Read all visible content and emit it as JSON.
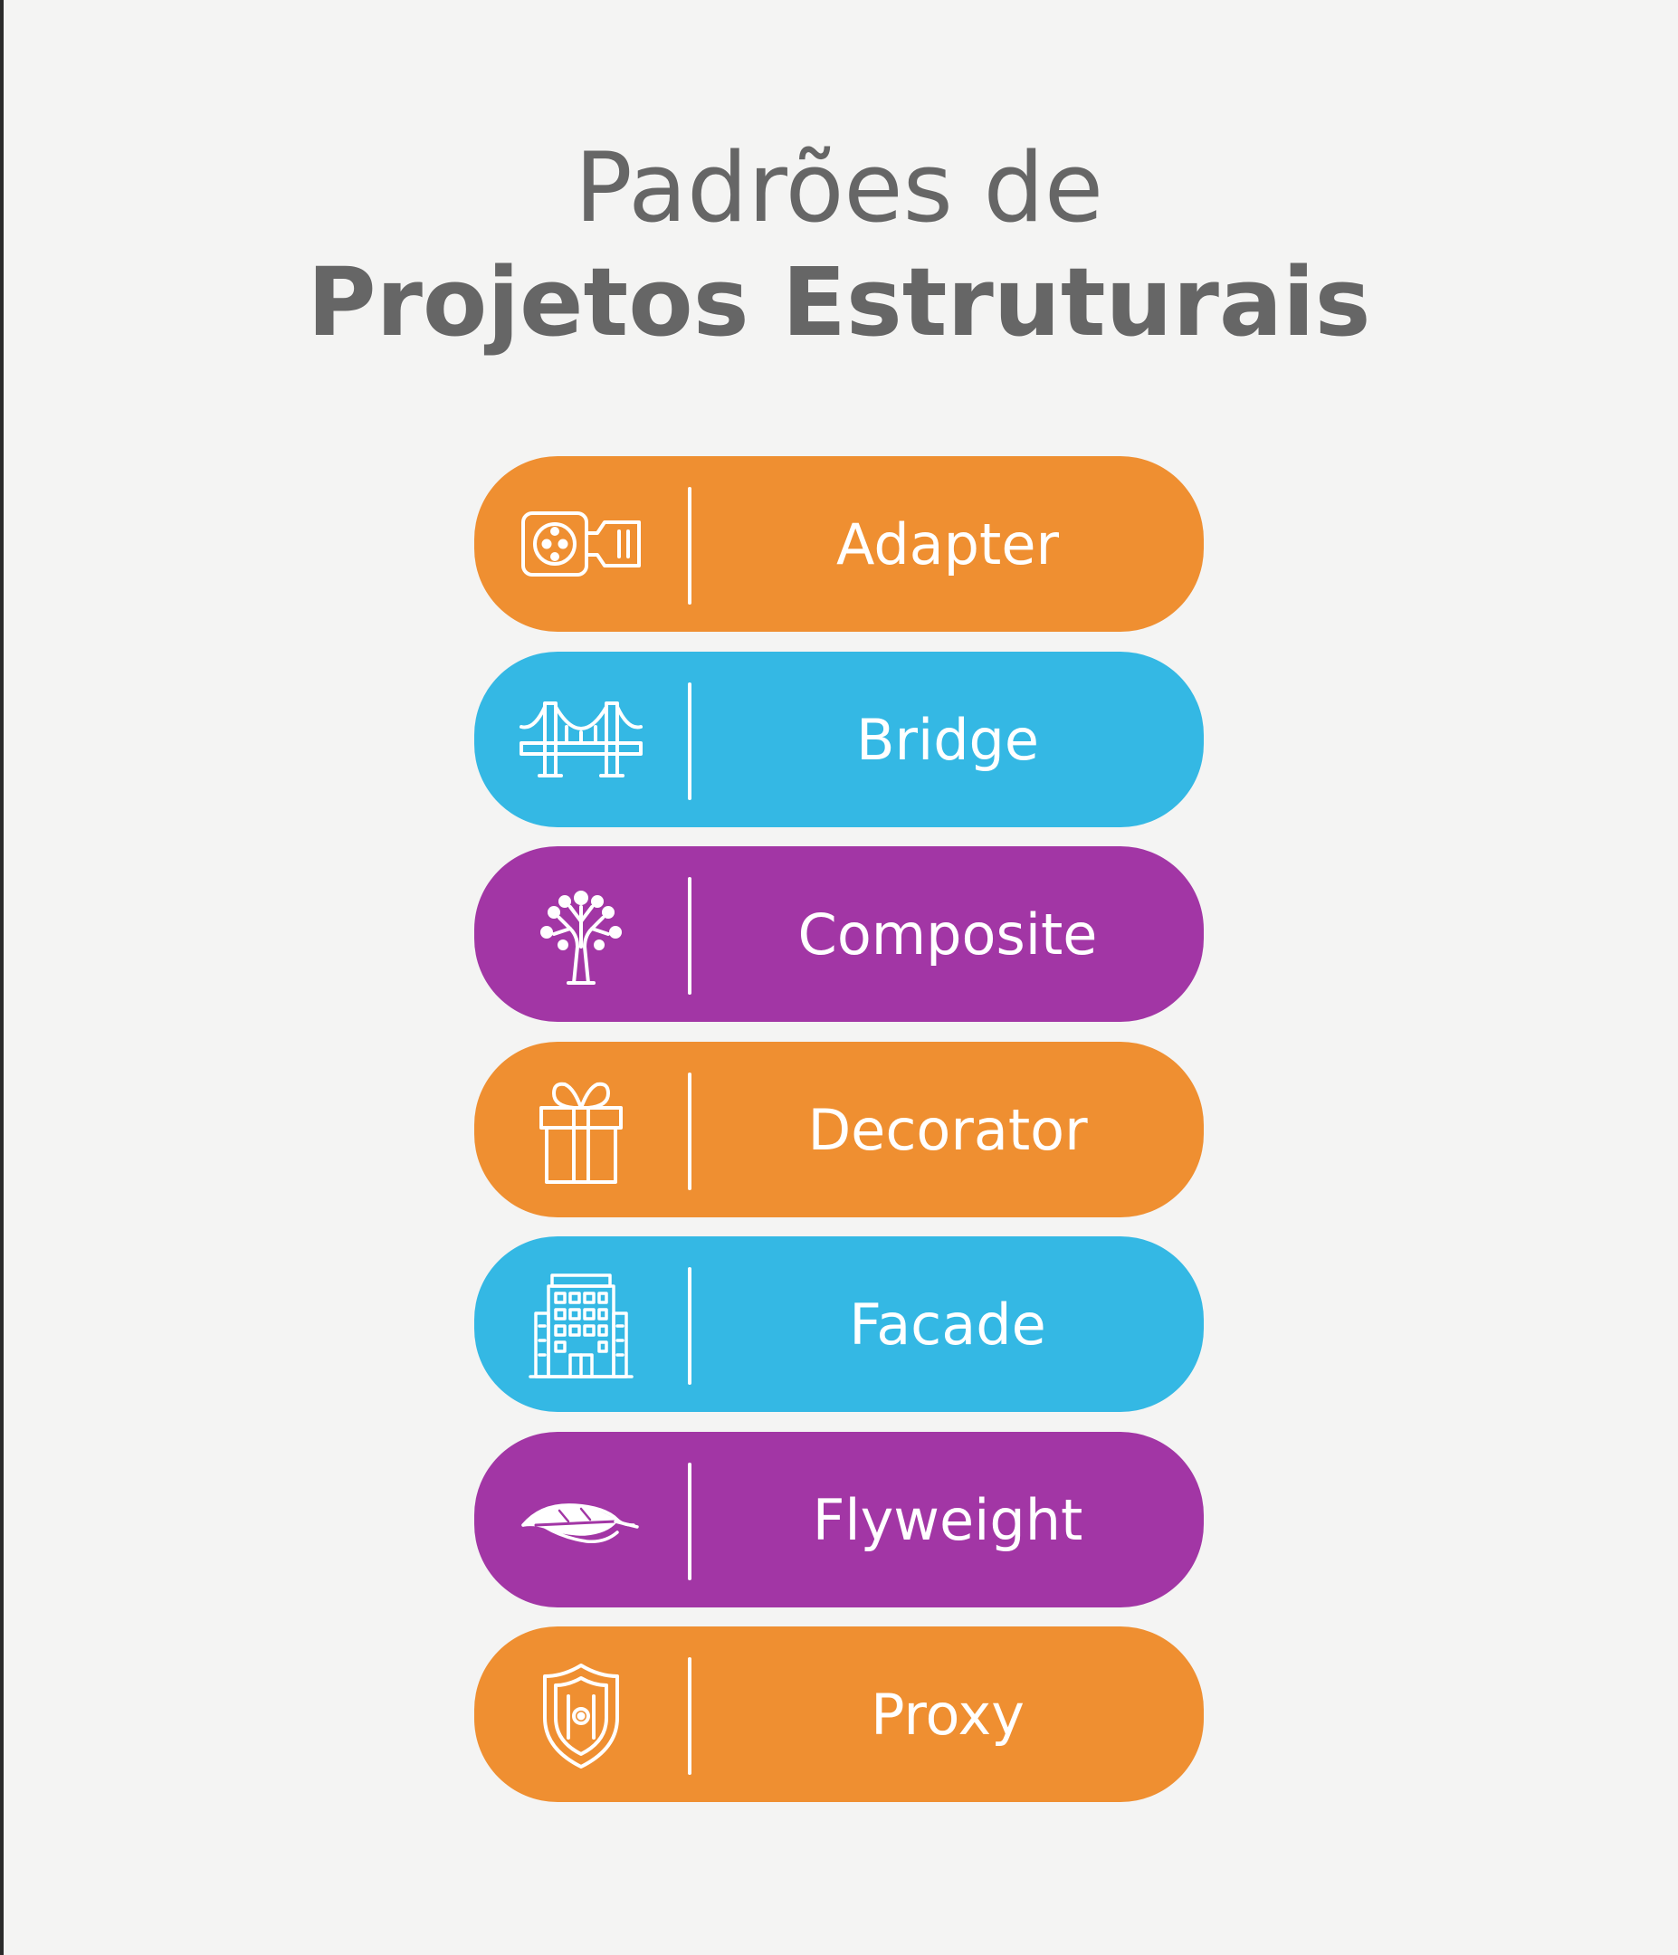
{
  "title": {
    "line1": "Padrões de",
    "line2": "Projetos Estruturais"
  },
  "colors": {
    "background": "#f4f4f3",
    "title": "#666666",
    "orange": "#ef8f31",
    "blue": "#34b8e4",
    "purple": "#a236a5"
  },
  "patterns": [
    {
      "label": "Adapter",
      "icon": "plug-socket-icon",
      "color": "#ef8f31"
    },
    {
      "label": "Bridge",
      "icon": "bridge-icon",
      "color": "#34b8e4"
    },
    {
      "label": "Composite",
      "icon": "tree-icon",
      "color": "#a236a5"
    },
    {
      "label": "Decorator",
      "icon": "gift-icon",
      "color": "#ef8f31"
    },
    {
      "label": "Facade",
      "icon": "building-icon",
      "color": "#34b8e4"
    },
    {
      "label": "Flyweight",
      "icon": "feather-icon",
      "color": "#a236a5"
    },
    {
      "label": "Proxy",
      "icon": "shield-icon",
      "color": "#ef8f31"
    }
  ]
}
